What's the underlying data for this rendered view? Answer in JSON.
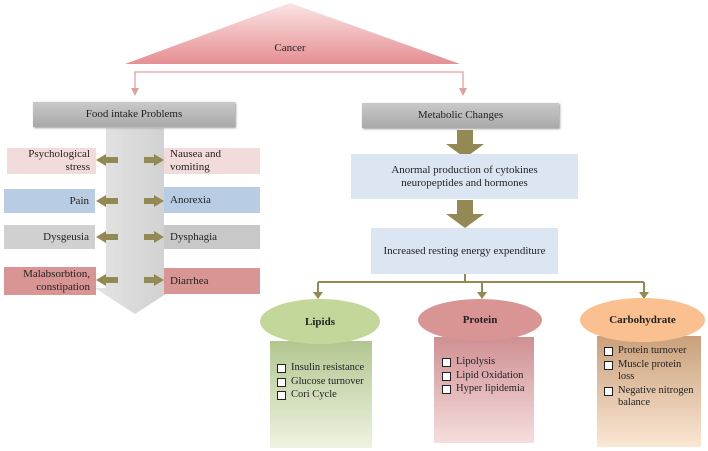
{
  "root": {
    "label": "Cancer"
  },
  "left": {
    "header": "Food intake Problems",
    "left_items": [
      {
        "label": "Psychological stress",
        "color": "#f2dcdb"
      },
      {
        "label": "Pain",
        "color": "#b8cce4"
      },
      {
        "label": "Dysgeusia",
        "color": "#d0d0d0"
      },
      {
        "label": "Malabsorbtion, constipation",
        "color": "#d99594"
      }
    ],
    "right_items": [
      {
        "label": "Nausea and vomiting",
        "color": "#f2dcdb"
      },
      {
        "label": "Anorexia",
        "color": "#b8cce4"
      },
      {
        "label": "Dysphagia",
        "color": "#c8c8c8"
      },
      {
        "label": "Diarrhea",
        "color": "#d99594"
      }
    ]
  },
  "right": {
    "header": "Metabolic Changes",
    "step1": "Anormal production of cytokines neuropeptides and hormones",
    "step2": "Increased resting energy expenditure",
    "branches": [
      {
        "name": "Lipids",
        "color": "#c4d79b",
        "items": [
          "Insulin resistance",
          "Glucose turnover",
          "Cori Cycle"
        ]
      },
      {
        "name": "Protein",
        "color": "#d99594",
        "items": [
          "Lipolysis",
          "Lipid Oxidation",
          "Hyper lipidemia"
        ]
      },
      {
        "name": "Carbohydrate",
        "color": "#fac090",
        "items": [
          "Protein turnover",
          "Muscle protein loss",
          "Negative nitrogen balance"
        ]
      }
    ]
  }
}
